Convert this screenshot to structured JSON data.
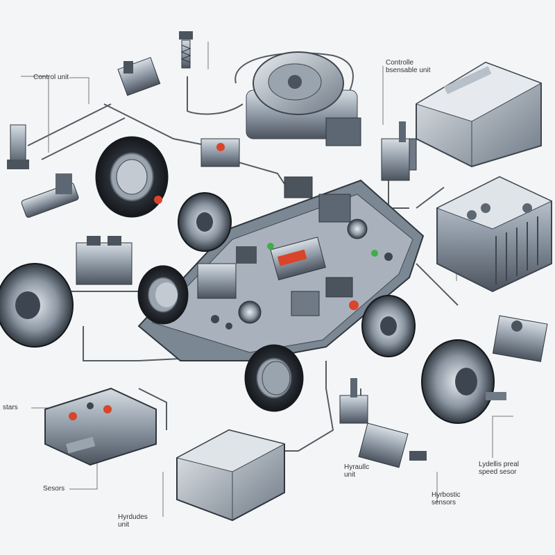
{
  "labels": {
    "control_unit": "Control unit",
    "controlle_unit": "Controlle",
    "controlle_unit_2": "bsensable unit",
    "stars": "stars",
    "sensors": "Sesors",
    "hydraulic_unit_bottom_1": "Hyrdudes",
    "hydraulic_unit_bottom_2": "unit",
    "hydraulic_unit_mid_1": "Hyraullc",
    "hydraulic_unit_mid_2": "unit",
    "hydraulic_sensors_1": "Hyrbostic",
    "hydraulic_sensors_2": "sensors",
    "speed_sensor_1": "Lydellis preal",
    "speed_sensor_2": "speed sesor"
  },
  "colors": {
    "background": "#f4f5f6",
    "metal_dark": "#3d4550",
    "metal_mid": "#7c8794",
    "metal_light": "#c3cad2",
    "accent_red": "#d9442b",
    "accent_green": "#3fae49",
    "line": "#555b62"
  }
}
